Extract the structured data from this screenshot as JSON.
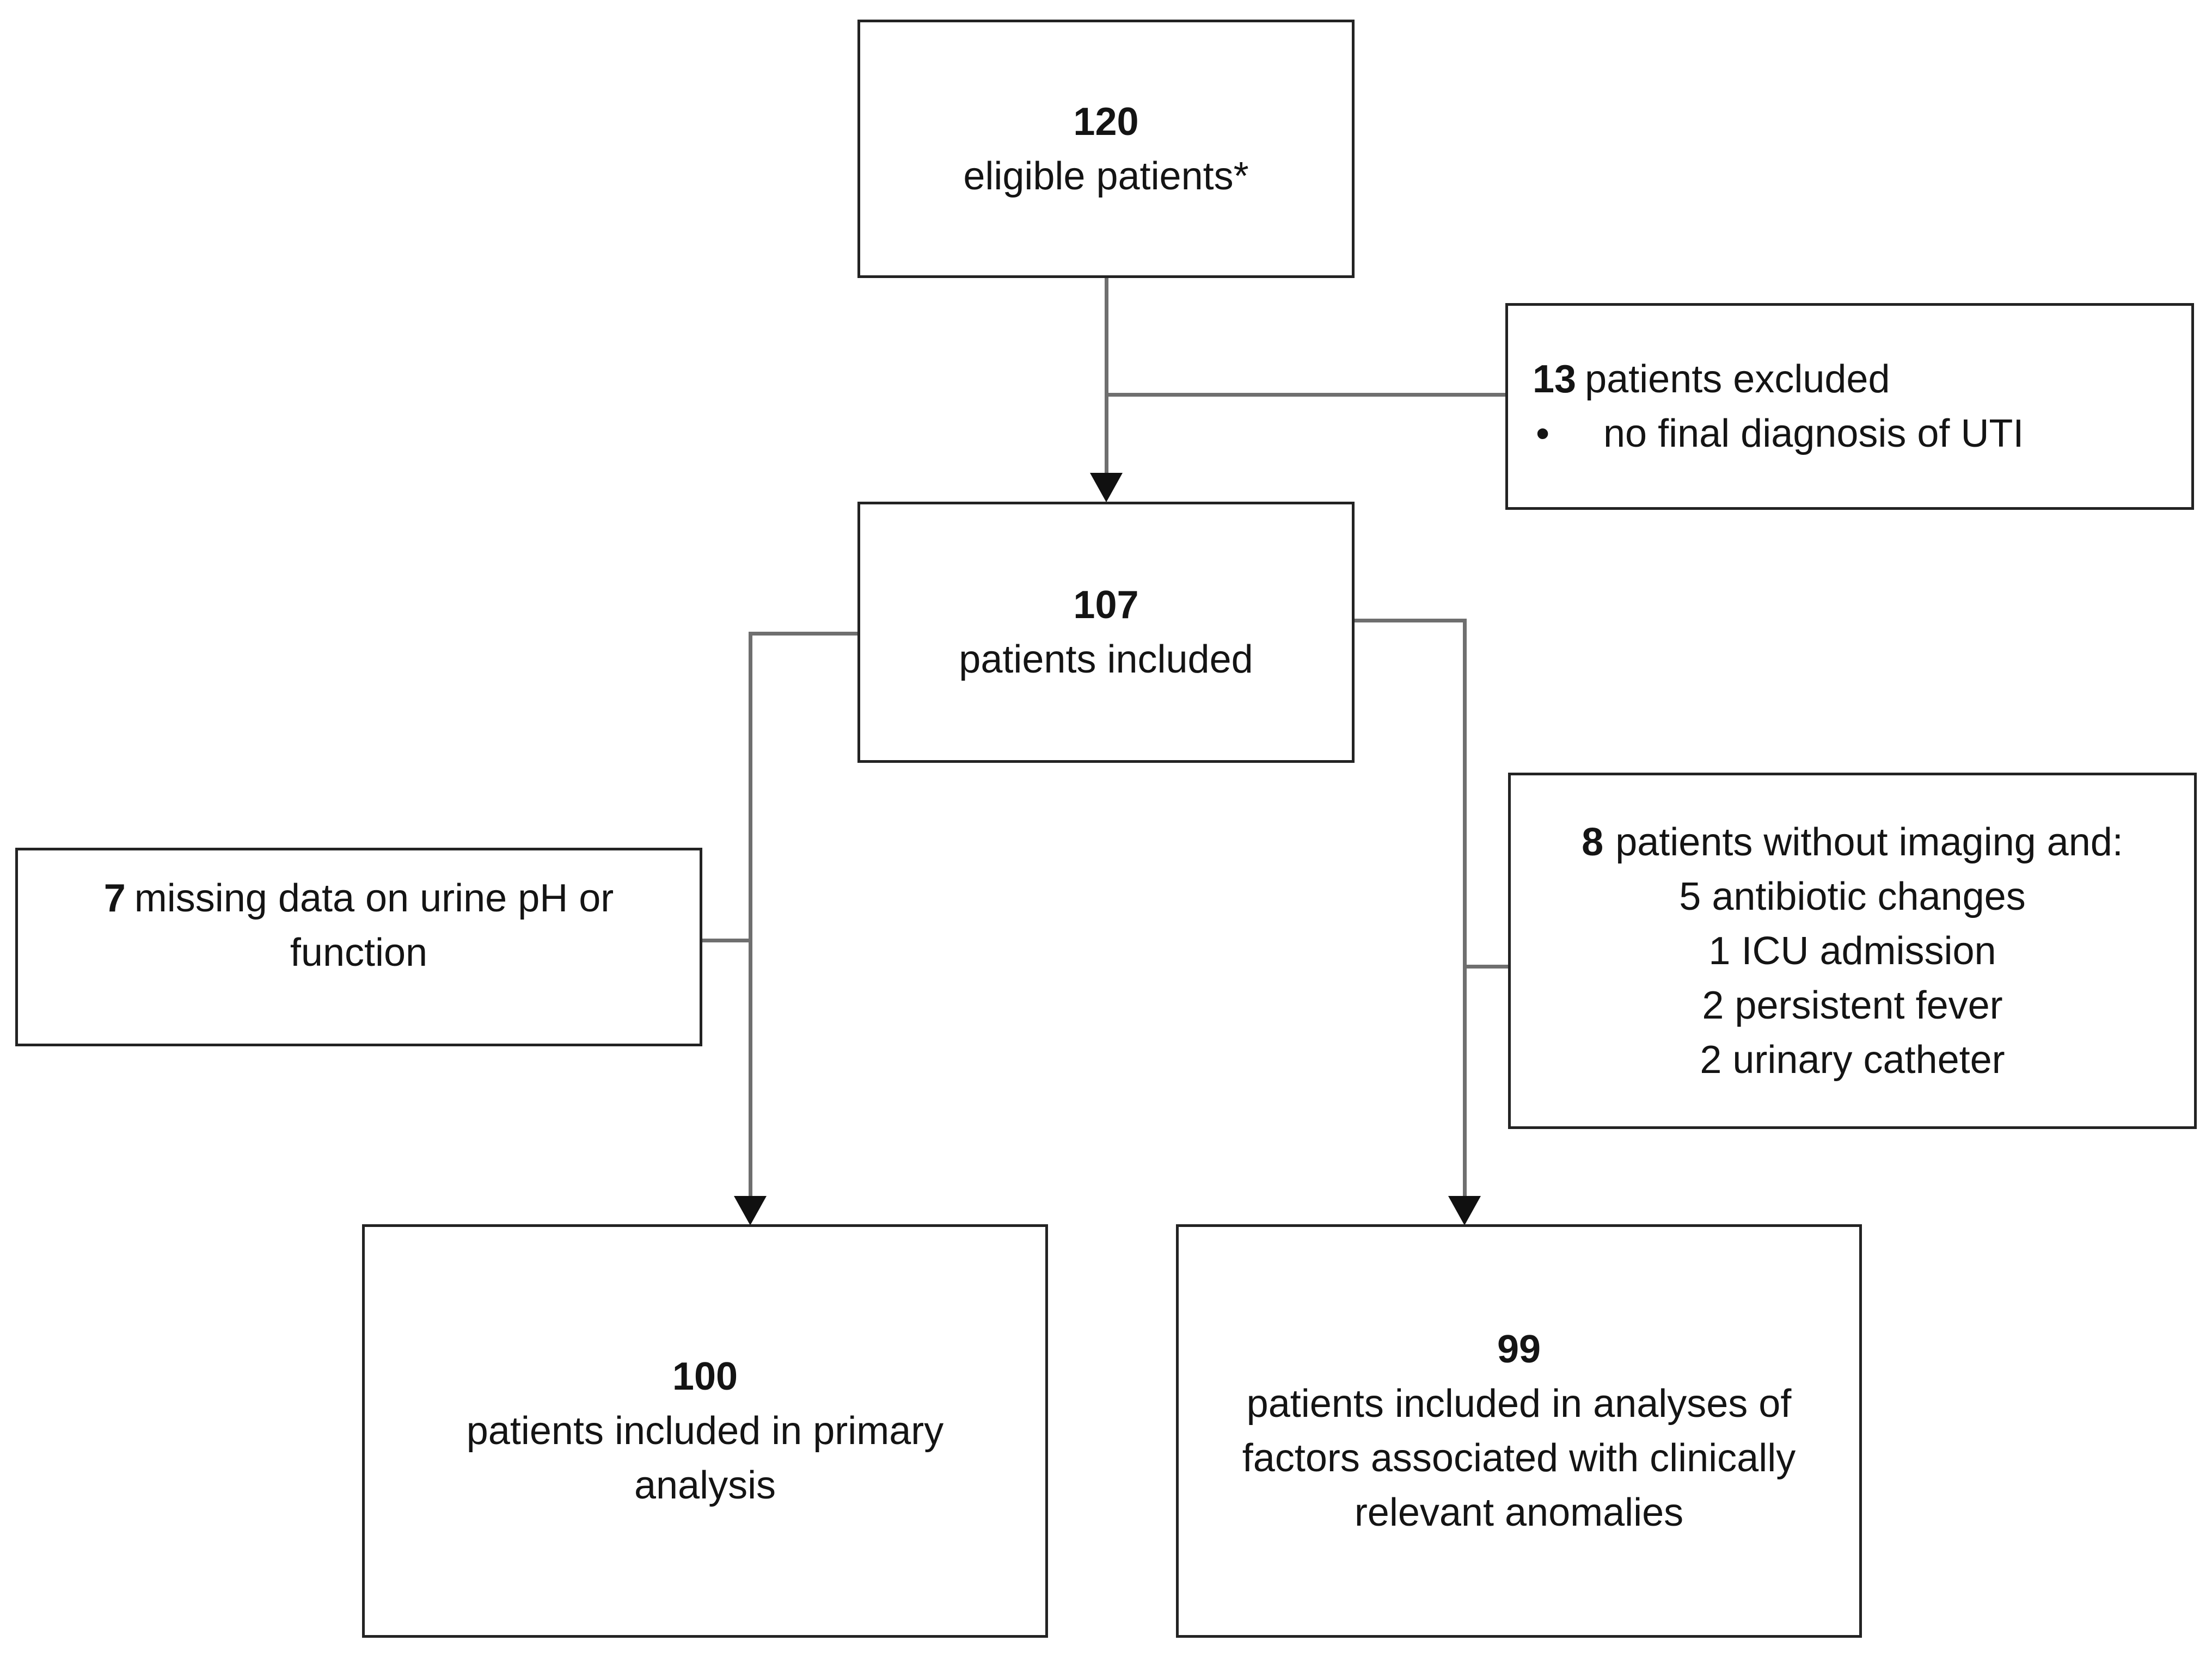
{
  "palette": {
    "background": "#ffffff",
    "box_border": "#232323",
    "connector": "#6f6f6f",
    "arrowhead": "#101010"
  },
  "boxes": {
    "eligible": {
      "count": "120",
      "label": "eligible patients*"
    },
    "excluded": {
      "count": "13",
      "label": "patients excluded",
      "bullet": "•",
      "bullet_text": "no final diagnosis of UTI"
    },
    "included": {
      "count": "107",
      "label": "patients included"
    },
    "missing_data": {
      "count": "7",
      "line1": "missing data on urine pH or",
      "line2": "function"
    },
    "without_imaging": {
      "count": "8",
      "label": "patients without imaging and:",
      "items": [
        "5 antibiotic changes",
        "1 ICU admission",
        "2 persistent fever",
        "2 urinary catheter"
      ]
    },
    "primary_analysis": {
      "count": "100",
      "lines": [
        "patients included in primary",
        "analysis"
      ]
    },
    "analyses_factors": {
      "count": "99",
      "lines": [
        "patients included in analyses of",
        "factors associated with clinically",
        "relevant anomalies"
      ]
    }
  }
}
